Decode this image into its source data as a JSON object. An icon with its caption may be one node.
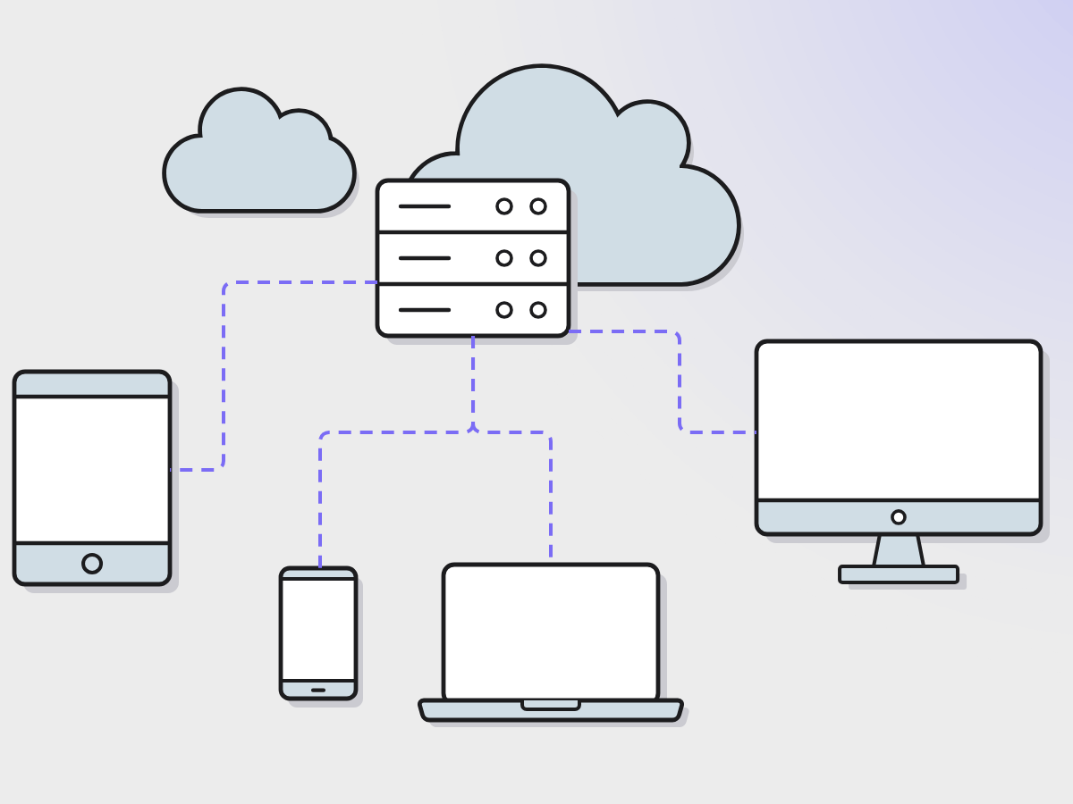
{
  "diagram": {
    "nodes": [
      {
        "text": [],
        "shape": "cloud"
      },
      {
        "text": [],
        "shape": "cloud"
      },
      {
        "text": [],
        "shape": "server"
      },
      {
        "text": [],
        "shape": "tablet"
      },
      {
        "text": [],
        "shape": "monitor"
      },
      {
        "text": [],
        "shape": "phone"
      },
      {
        "text": [],
        "shape": "laptop"
      }
    ],
    "edges": [
      {
        "from": 2,
        "to": 3,
        "arrow": "none",
        "style": "dashed"
      },
      {
        "from": 2,
        "to": 4,
        "arrow": "none",
        "style": "dashed"
      },
      {
        "from": 2,
        "to": 5,
        "arrow": "none",
        "style": "dashed"
      },
      {
        "from": 2,
        "to": 6,
        "arrow": "none",
        "style": "dashed"
      }
    ]
  }
}
